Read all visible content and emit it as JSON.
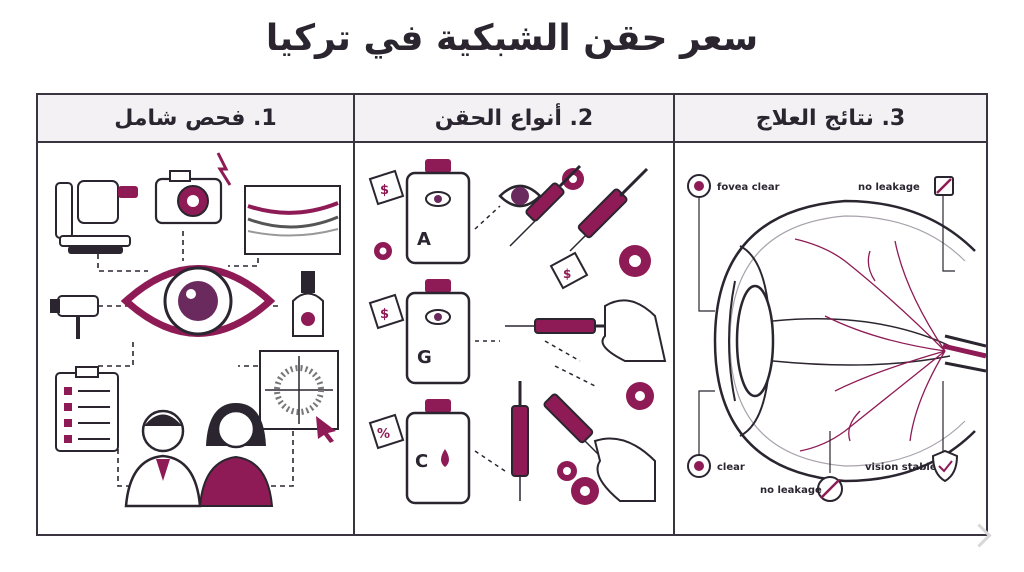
{
  "title": "سعر حقن الشبكية في تركيا",
  "sections": [
    {
      "label": "1. فحص شامل"
    },
    {
      "label": "2. أنواع الحقن"
    },
    {
      "label": "3. نتائج العلاج"
    }
  ],
  "vials": [
    "A",
    "G",
    "C"
  ],
  "vial_tags": [
    "$",
    "$",
    "%"
  ],
  "results": {
    "fovea_clear": "fovea clear",
    "no_leakage_top": "no leakage",
    "clear": "clear",
    "no_leakage_bottom": "no leakage",
    "vision_stable": "vision stable"
  },
  "colors": {
    "accent": "#8e1b55",
    "accent_light": "#b0306f",
    "ink": "#2b2530",
    "muted": "#a9a3ad"
  }
}
